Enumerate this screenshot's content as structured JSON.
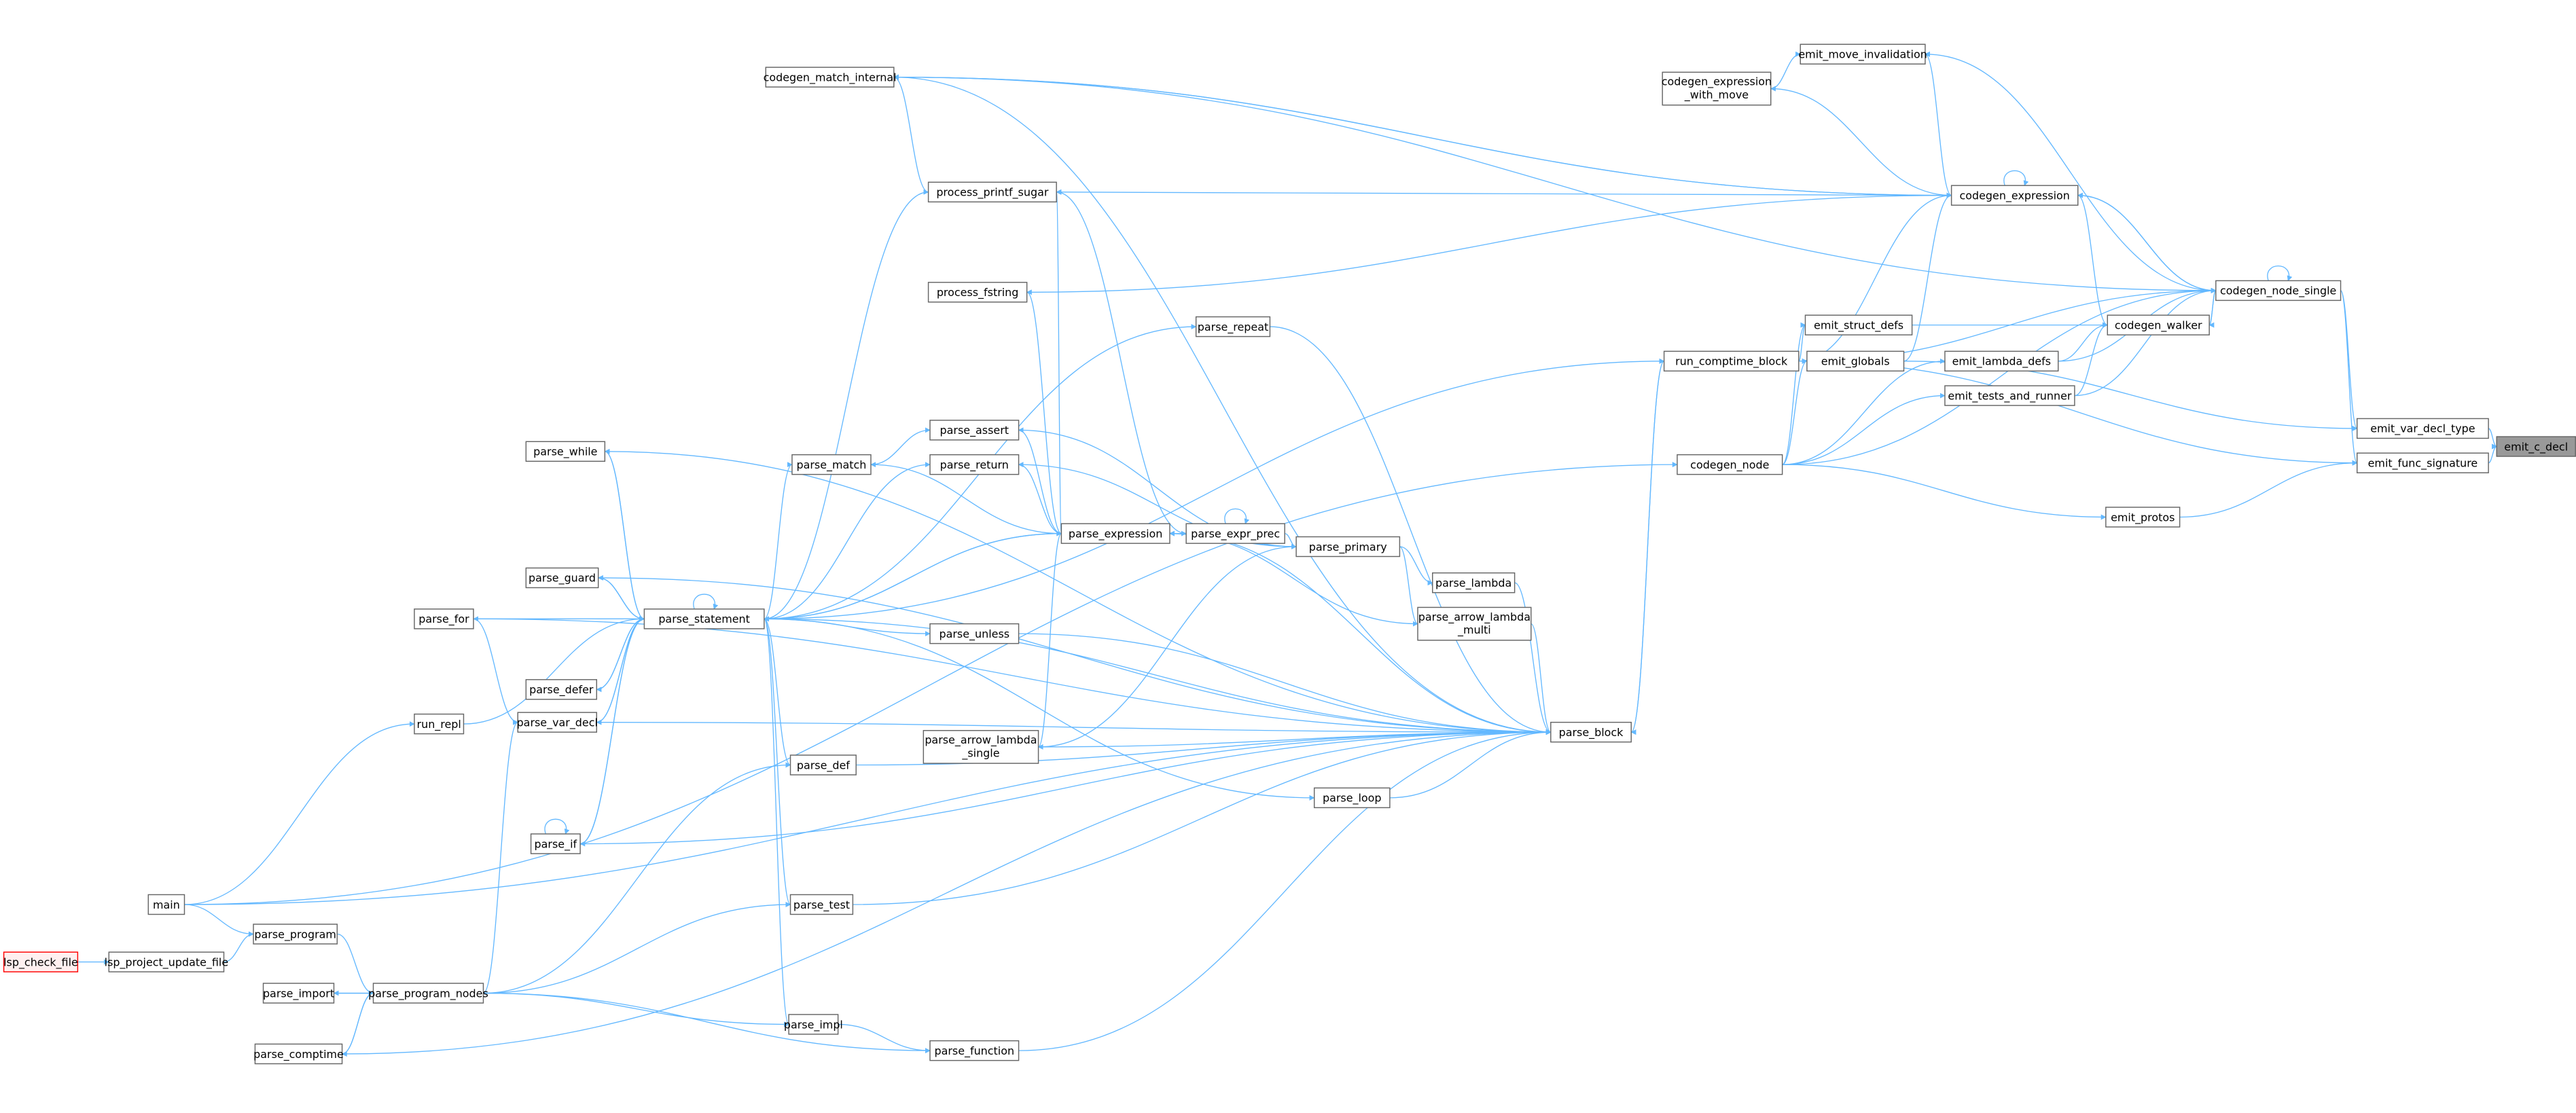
{
  "graph": {
    "type": "caller-graph",
    "root": "emit_c_decl",
    "colors": {
      "edge": "#63b8ff",
      "node_border": "#666666",
      "root_fill": "#999999",
      "highlight_border": "#ff0000"
    },
    "nodes": [
      {
        "id": "emit_c_decl",
        "lines": [
          "emit_c_decl"
        ],
        "style": "root"
      },
      {
        "id": "emit_var_decl_type",
        "lines": [
          "emit_var_decl_type"
        ]
      },
      {
        "id": "emit_func_signature",
        "lines": [
          "emit_func_signature"
        ]
      },
      {
        "id": "emit_protos",
        "lines": [
          "emit_protos"
        ]
      },
      {
        "id": "codegen_node_single",
        "lines": [
          "codegen_node_single"
        ]
      },
      {
        "id": "codegen_walker",
        "lines": [
          "codegen_walker"
        ]
      },
      {
        "id": "emit_lambda_defs",
        "lines": [
          "emit_lambda_defs"
        ]
      },
      {
        "id": "emit_tests_and_runner",
        "lines": [
          "emit_tests_and_runner"
        ]
      },
      {
        "id": "emit_struct_defs",
        "lines": [
          "emit_struct_defs"
        ]
      },
      {
        "id": "emit_globals",
        "lines": [
          "emit_globals"
        ]
      },
      {
        "id": "run_comptime_block",
        "lines": [
          "run_comptime_block"
        ]
      },
      {
        "id": "codegen_node",
        "lines": [
          "codegen_node"
        ]
      },
      {
        "id": "codegen_expression",
        "lines": [
          "codegen_expression"
        ]
      },
      {
        "id": "codegen_expression_with_move",
        "lines": [
          "codegen_expression",
          "_with_move"
        ]
      },
      {
        "id": "emit_move_invalidation",
        "lines": [
          "emit_move_invalidation"
        ]
      },
      {
        "id": "codegen_match_internal",
        "lines": [
          "codegen_match_internal"
        ]
      },
      {
        "id": "process_printf_sugar",
        "lines": [
          "process_printf_sugar"
        ]
      },
      {
        "id": "process_fstring",
        "lines": [
          "process_fstring"
        ]
      },
      {
        "id": "parse_repeat",
        "lines": [
          "parse_repeat"
        ]
      },
      {
        "id": "parse_assert",
        "lines": [
          "parse_assert"
        ]
      },
      {
        "id": "parse_match",
        "lines": [
          "parse_match"
        ]
      },
      {
        "id": "parse_return",
        "lines": [
          "parse_return"
        ]
      },
      {
        "id": "parse_expression",
        "lines": [
          "parse_expression"
        ]
      },
      {
        "id": "parse_expr_prec",
        "lines": [
          "parse_expr_prec"
        ]
      },
      {
        "id": "parse_primary",
        "lines": [
          "parse_primary"
        ]
      },
      {
        "id": "parse_lambda",
        "lines": [
          "parse_lambda"
        ]
      },
      {
        "id": "parse_arrow_lambda_multi",
        "lines": [
          "parse_arrow_lambda",
          "_multi"
        ]
      },
      {
        "id": "parse_unless",
        "lines": [
          "parse_unless"
        ]
      },
      {
        "id": "parse_statement",
        "lines": [
          "parse_statement"
        ]
      },
      {
        "id": "parse_while",
        "lines": [
          "parse_while"
        ]
      },
      {
        "id": "parse_guard",
        "lines": [
          "parse_guard"
        ]
      },
      {
        "id": "parse_for",
        "lines": [
          "parse_for"
        ]
      },
      {
        "id": "parse_defer",
        "lines": [
          "parse_defer"
        ]
      },
      {
        "id": "parse_var_decl",
        "lines": [
          "parse_var_decl"
        ]
      },
      {
        "id": "run_repl",
        "lines": [
          "run_repl"
        ]
      },
      {
        "id": "parse_def",
        "lines": [
          "parse_def"
        ]
      },
      {
        "id": "parse_arrow_lambda_single",
        "lines": [
          "parse_arrow_lambda",
          "_single"
        ]
      },
      {
        "id": "parse_loop",
        "lines": [
          "parse_loop"
        ]
      },
      {
        "id": "parse_block",
        "lines": [
          "parse_block"
        ]
      },
      {
        "id": "parse_if",
        "lines": [
          "parse_if"
        ]
      },
      {
        "id": "parse_test",
        "lines": [
          "parse_test"
        ]
      },
      {
        "id": "main",
        "lines": [
          "main"
        ]
      },
      {
        "id": "parse_program",
        "lines": [
          "parse_program"
        ]
      },
      {
        "id": "lsp_project_update_file",
        "lines": [
          "lsp_project_update_file"
        ]
      },
      {
        "id": "lsp_check_file",
        "lines": [
          "lsp_check_file"
        ],
        "style": "highlight"
      },
      {
        "id": "parse_import",
        "lines": [
          "parse_import"
        ]
      },
      {
        "id": "parse_program_nodes",
        "lines": [
          "parse_program_nodes"
        ]
      },
      {
        "id": "parse_comptime",
        "lines": [
          "parse_comptime"
        ]
      },
      {
        "id": "parse_impl",
        "lines": [
          "parse_impl"
        ]
      },
      {
        "id": "parse_function",
        "lines": [
          "parse_function"
        ]
      }
    ],
    "edges": [
      [
        "emit_var_decl_type",
        "emit_c_decl"
      ],
      [
        "emit_func_signature",
        "emit_c_decl"
      ],
      [
        "codegen_node_single",
        "emit_var_decl_type"
      ],
      [
        "codegen_node_single",
        "emit_func_signature"
      ],
      [
        "emit_globals",
        "emit_var_decl_type"
      ],
      [
        "run_comptime_block",
        "emit_func_signature"
      ],
      [
        "emit_protos",
        "emit_func_signature"
      ],
      [
        "codegen_node",
        "emit_protos"
      ],
      [
        "codegen_node_single",
        "codegen_node_single"
      ],
      [
        "codegen_walker",
        "codegen_node_single"
      ],
      [
        "emit_lambda_defs",
        "codegen_node_single"
      ],
      [
        "emit_tests_and_runner",
        "codegen_node_single"
      ],
      [
        "codegen_expression",
        "codegen_node_single"
      ],
      [
        "run_comptime_block",
        "codegen_node_single"
      ],
      [
        "codegen_node",
        "codegen_node_single"
      ],
      [
        "codegen_node_single",
        "codegen_walker"
      ],
      [
        "emit_struct_defs",
        "codegen_walker"
      ],
      [
        "emit_lambda_defs",
        "codegen_walker"
      ],
      [
        "emit_tests_and_runner",
        "codegen_walker"
      ],
      [
        "codegen_expression",
        "codegen_walker"
      ],
      [
        "codegen_node_single",
        "codegen_expression"
      ],
      [
        "codegen_expression",
        "codegen_expression"
      ],
      [
        "run_comptime_block",
        "codegen_expression"
      ],
      [
        "emit_globals",
        "codegen_expression"
      ],
      [
        "codegen_match_internal",
        "codegen_expression"
      ],
      [
        "process_printf_sugar",
        "codegen_expression"
      ],
      [
        "process_fstring",
        "codegen_expression"
      ],
      [
        "codegen_expression",
        "codegen_expression_with_move"
      ],
      [
        "codegen_expression_with_move",
        "emit_move_invalidation"
      ],
      [
        "codegen_expression",
        "emit_move_invalidation"
      ],
      [
        "codegen_node_single",
        "emit_move_invalidation"
      ],
      [
        "codegen_expression",
        "codegen_match_internal"
      ],
      [
        "codegen_node_single",
        "codegen_match_internal"
      ],
      [
        "run_comptime_block",
        "emit_struct_defs"
      ],
      [
        "run_comptime_block",
        "emit_globals"
      ],
      [
        "codegen_node",
        "emit_struct_defs"
      ],
      [
        "codegen_node",
        "emit_globals"
      ],
      [
        "codegen_node",
        "emit_lambda_defs"
      ],
      [
        "codegen_node",
        "emit_tests_and_runner"
      ],
      [
        "parse_block",
        "run_comptime_block"
      ],
      [
        "parse_statement",
        "run_comptime_block"
      ],
      [
        "main",
        "codegen_node"
      ],
      [
        "process_printf_sugar",
        "codegen_match_internal"
      ],
      [
        "parse_expression",
        "process_printf_sugar"
      ],
      [
        "parse_statement",
        "process_printf_sugar"
      ],
      [
        "parse_expr_prec",
        "process_printf_sugar"
      ],
      [
        "parse_expression",
        "process_fstring"
      ],
      [
        "parse_statement",
        "parse_repeat"
      ],
      [
        "parse_repeat",
        "parse_block"
      ],
      [
        "parse_expression",
        "parse_assert"
      ],
      [
        "parse_primary",
        "parse_assert"
      ],
      [
        "parse_match",
        "parse_assert"
      ],
      [
        "parse_statement",
        "parse_match"
      ],
      [
        "parse_expression",
        "parse_match"
      ],
      [
        "parse_expression",
        "parse_return"
      ],
      [
        "parse_primary",
        "parse_return"
      ],
      [
        "parse_statement",
        "parse_return"
      ],
      [
        "parse_expr_prec",
        "parse_expression"
      ],
      [
        "parse_primary",
        "parse_expression"
      ],
      [
        "parse_statement",
        "parse_expression"
      ],
      [
        "parse_expression",
        "parse_expr_prec"
      ],
      [
        "parse_expr_prec",
        "parse_expr_prec"
      ],
      [
        "parse_expr_prec",
        "parse_primary"
      ],
      [
        "parse_primary",
        "parse_lambda"
      ],
      [
        "parse_primary",
        "parse_arrow_lambda_multi"
      ],
      [
        "parse_arrow_lambda_multi",
        "parse_expression"
      ],
      [
        "parse_lambda",
        "parse_block"
      ],
      [
        "parse_arrow_lambda_multi",
        "parse_block"
      ],
      [
        "parse_expression",
        "parse_arrow_lambda_single"
      ],
      [
        "parse_primary",
        "parse_arrow_lambda_single"
      ],
      [
        "parse_arrow_lambda_single",
        "parse_block"
      ],
      [
        "parse_statement",
        "parse_unless"
      ],
      [
        "parse_unless",
        "parse_block"
      ],
      [
        "parse_expression",
        "parse_statement"
      ],
      [
        "parse_statement",
        "parse_while"
      ],
      [
        "parse_while",
        "parse_statement"
      ],
      [
        "parse_statement",
        "parse_guard"
      ],
      [
        "parse_guard",
        "parse_statement"
      ],
      [
        "parse_statement",
        "parse_for"
      ],
      [
        "parse_for",
        "parse_statement"
      ],
      [
        "parse_statement",
        "parse_defer"
      ],
      [
        "parse_defer",
        "parse_statement"
      ],
      [
        "parse_statement",
        "parse_var_decl"
      ],
      [
        "parse_var_decl",
        "parse_statement"
      ],
      [
        "parse_for",
        "parse_var_decl"
      ],
      [
        "run_repl",
        "parse_statement"
      ],
      [
        "parse_statement",
        "parse_statement"
      ],
      [
        "parse_statement",
        "parse_def"
      ],
      [
        "parse_def",
        "parse_block"
      ],
      [
        "parse_statement",
        "parse_if"
      ],
      [
        "parse_if",
        "parse_if"
      ],
      [
        "parse_if",
        "parse_statement"
      ],
      [
        "parse_loop",
        "parse_block"
      ],
      [
        "parse_statement",
        "parse_test"
      ],
      [
        "parse_test",
        "parse_block"
      ],
      [
        "main",
        "run_repl"
      ],
      [
        "main",
        "parse_program"
      ],
      [
        "lsp_project_update_file",
        "parse_program"
      ],
      [
        "lsp_check_file",
        "lsp_project_update_file"
      ],
      [
        "parse_program",
        "parse_program_nodes"
      ],
      [
        "parse_program_nodes",
        "parse_import"
      ],
      [
        "parse_import",
        "parse_program_nodes"
      ],
      [
        "parse_program_nodes",
        "parse_comptime"
      ],
      [
        "parse_comptime",
        "parse_program_nodes"
      ],
      [
        "parse_program_nodes",
        "parse_var_decl"
      ],
      [
        "parse_program_nodes",
        "parse_def"
      ],
      [
        "parse_program_nodes",
        "parse_test"
      ],
      [
        "parse_program_nodes",
        "parse_impl"
      ],
      [
        "parse_program_nodes",
        "parse_function"
      ],
      [
        "parse_statement",
        "parse_impl"
      ],
      [
        "parse_impl",
        "parse_function"
      ],
      [
        "parse_function",
        "parse_block"
      ],
      [
        "parse_comptime",
        "parse_block"
      ],
      [
        "parse_if",
        "parse_block"
      ],
      [
        "parse_var_decl",
        "parse_block"
      ],
      [
        "parse_guard",
        "parse_block"
      ],
      [
        "parse_while",
        "parse_block"
      ],
      [
        "parse_for",
        "parse_block"
      ],
      [
        "parse_block",
        "parse_statement"
      ],
      [
        "parse_block",
        "parse_expression"
      ],
      [
        "main",
        "parse_block"
      ],
      [
        "parse_statement",
        "parse_loop"
      ],
      [
        "run_comptime_block",
        "parse_block"
      ],
      [
        "parse_block",
        "codegen_match_internal"
      ]
    ]
  }
}
